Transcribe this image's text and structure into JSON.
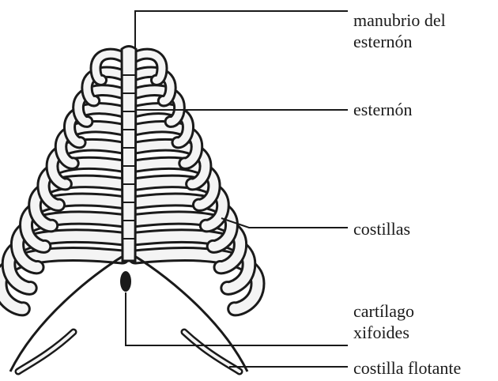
{
  "labels": {
    "manubrio": [
      "manubrio del",
      "esternón"
    ],
    "esternon": "esternón",
    "costillas": "costillas",
    "xifoides": [
      "cartílago",
      "xifoides"
    ],
    "flotante": "costilla flotante"
  },
  "colors": {
    "ink": "#1a1a1a",
    "bone_fill": "#f4f4f4",
    "background": "#ffffff"
  }
}
